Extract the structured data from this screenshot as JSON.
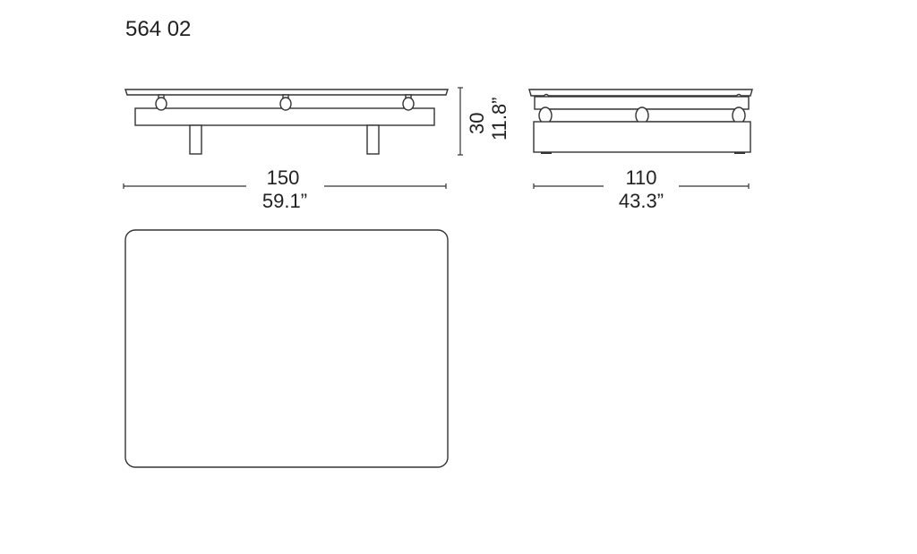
{
  "title": "564 02",
  "side_view": {
    "height_cm": "30",
    "height_in": "11.8”",
    "width_cm": "150",
    "width_in": "59.1”"
  },
  "front_view": {
    "depth_cm": "110",
    "depth_in": "43.3”"
  }
}
